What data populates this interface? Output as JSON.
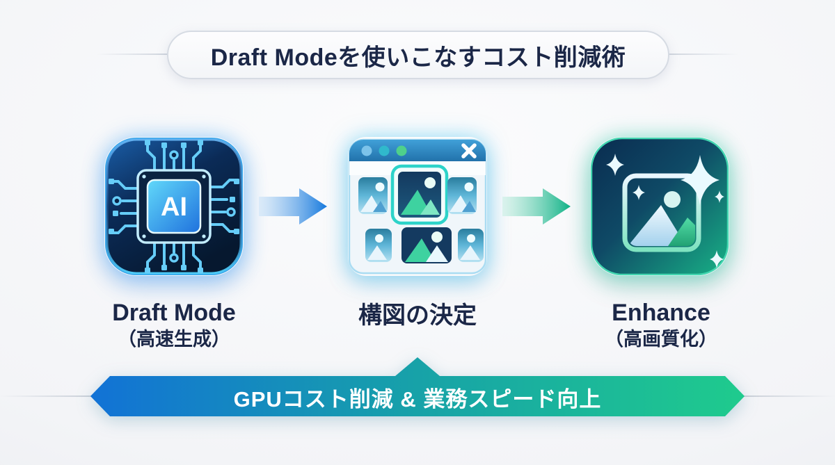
{
  "title": {
    "text": "Draft Modeを使いこなすコスト削減術"
  },
  "steps": [
    {
      "label": "Draft Mode",
      "sublabel": "（高速生成）",
      "icon": "ai-chip-icon"
    },
    {
      "label": "構図の決定",
      "sublabel": "",
      "icon": "image-gallery-window-icon"
    },
    {
      "label": "Enhance",
      "sublabel": "（高画質化）",
      "icon": "enhanced-image-sparkle-icon"
    }
  ],
  "ai_chip": {
    "text": "AI"
  },
  "banner": {
    "text": "GPUコスト削減 & 業務スピード向上"
  },
  "colors": {
    "background": "#f1f3f6",
    "heading_text": "#1b2747",
    "banner_gradient_start": "#1272d6",
    "banner_gradient_mid": "#17a2a8",
    "banner_gradient_end": "#1fcb8d",
    "arrow_blue": "#1679dd",
    "arrow_teal": "#0fb286",
    "icon_glow_blue": "#4aaef6",
    "icon_glow_cyan": "#46c8f0",
    "icon_glow_green": "#2bd2aa"
  }
}
